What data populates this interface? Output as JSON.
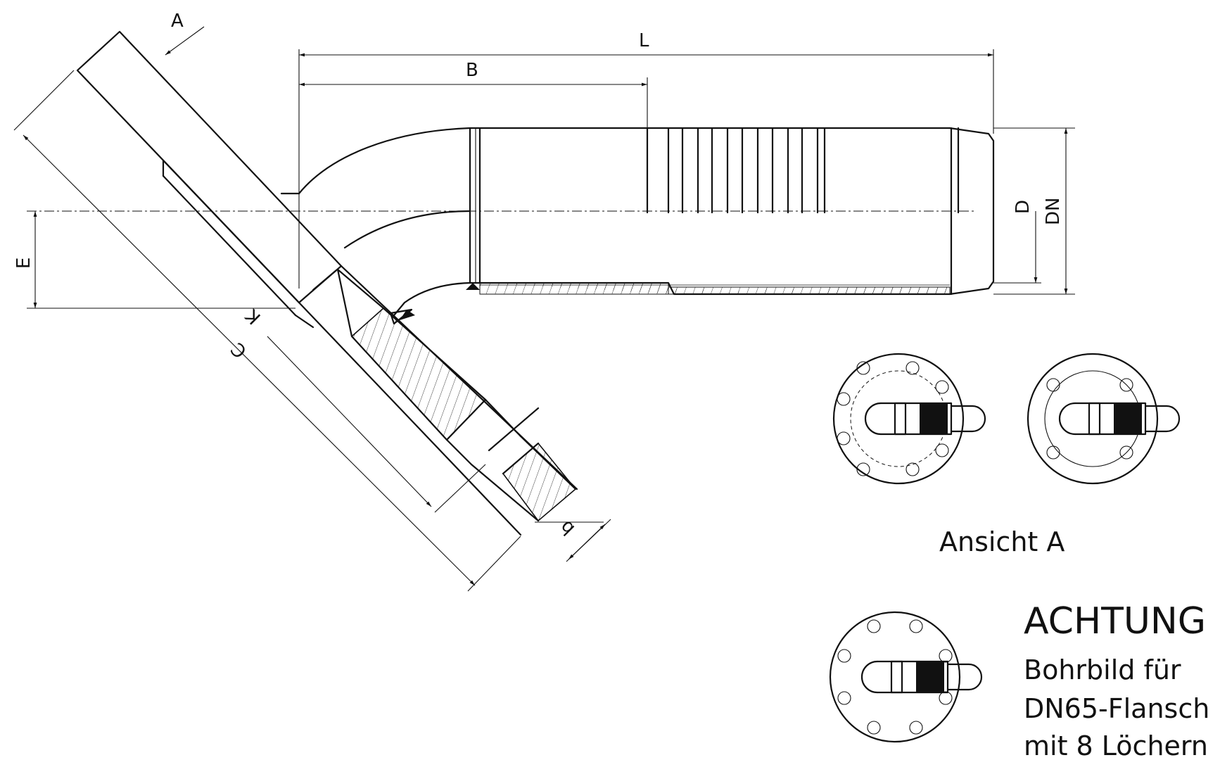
{
  "labels": {
    "A": "A",
    "L": "L",
    "B": "B",
    "D": "D",
    "DN": "DN",
    "E": "E",
    "K": "K",
    "C": "C",
    "b": "b"
  },
  "view_caption": "Ansicht A",
  "notice": {
    "title": "ACHTUNG !",
    "line1": "Bohrbild für",
    "line2": "DN65-Flansch",
    "line3": "mit 8 Löchern"
  }
}
